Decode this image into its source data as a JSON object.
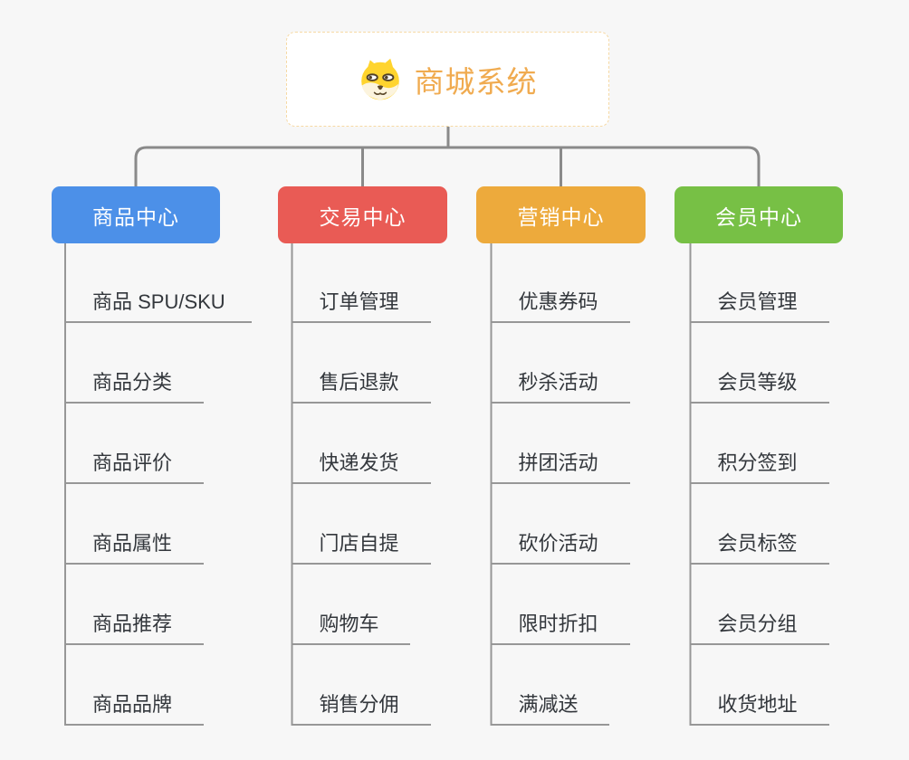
{
  "root": {
    "title": "商城系统",
    "icon": "doge-icon",
    "title_color": "#f0ab50",
    "border_color": "#f6d9a4"
  },
  "connector_color": "#8a8a8a",
  "leaf_line_color": "#979797",
  "background_color": "#f7f7f7",
  "branches": [
    {
      "label": "商品中心",
      "color": "#4c90e8",
      "items": [
        "商品 SPU/SKU",
        "商品分类",
        "商品评价",
        "商品属性",
        "商品推荐",
        "商品品牌"
      ]
    },
    {
      "label": "交易中心",
      "color": "#e95b55",
      "items": [
        "订单管理",
        "售后退款",
        "快递发货",
        "门店自提",
        "购物车",
        "销售分佣"
      ]
    },
    {
      "label": "营销中心",
      "color": "#edaa3c",
      "items": [
        "优惠券码",
        "秒杀活动",
        "拼团活动",
        "砍价活动",
        "限时折扣",
        "满减送"
      ]
    },
    {
      "label": "会员中心",
      "color": "#77c045",
      "items": [
        "会员管理",
        "会员等级",
        "积分签到",
        "会员标签",
        "会员分组",
        "收货地址"
      ]
    }
  ]
}
